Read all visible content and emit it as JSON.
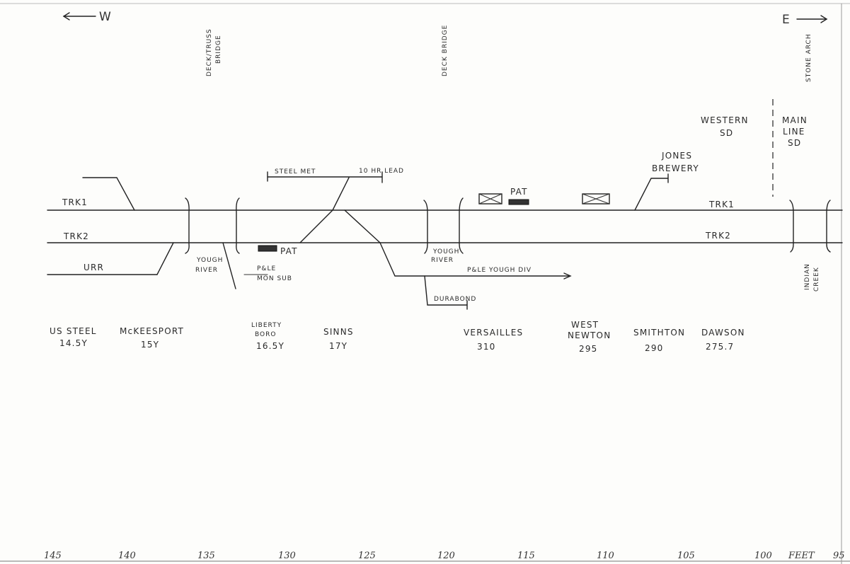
{
  "directions": {
    "west": "W",
    "east": "E"
  },
  "bridges": {
    "deck_truss": [
      "DECK/TRUSS",
      "BRIDGE"
    ],
    "deck": "DECK BRIDGE",
    "stone_arch": "STONE ARCH"
  },
  "subdivisions": {
    "western": [
      "WESTERN",
      "SD"
    ],
    "main_line": [
      "MAIN",
      "LINE",
      "SD"
    ]
  },
  "tracks": {
    "trk1_left": "TRK1",
    "trk1_right": "TRK1",
    "trk2_left": "TRK2",
    "trk2_right": "TRK2",
    "urr": "URR"
  },
  "leads": {
    "steel_met": "STEEL MET",
    "ten_hr_lead": "10 HR LEAD",
    "jones_brewery": [
      "JONES",
      "BREWERY"
    ],
    "durabond": "DURABOND",
    "prle_yough_div": "P&LE YOUGH DIV",
    "prle_mon_sub": [
      "P&LE",
      "MON SUB"
    ]
  },
  "signals": {
    "pat_1": "PAT",
    "pat_2": "PAT"
  },
  "rivers": {
    "yough_left": [
      "YOUGH",
      "RIVER"
    ],
    "yough_right": [
      "YOUGH",
      "RIVER"
    ],
    "indian_creek": [
      "INDIAN",
      "CREEK"
    ]
  },
  "stations": [
    {
      "name": [
        "US STEEL"
      ],
      "mp": "14.5Y"
    },
    {
      "name": [
        "McKEESPORT"
      ],
      "mp": "15Y"
    },
    {
      "name": [
        "LIBERTY",
        "BORO"
      ],
      "mp": "16.5Y"
    },
    {
      "name": [
        "SINNS"
      ],
      "mp": "17Y"
    },
    {
      "name": [
        "VERSAILLES"
      ],
      "mp": "310"
    },
    {
      "name": [
        "WEST",
        "NEWTON"
      ],
      "mp": "295"
    },
    {
      "name": [
        "SMITHTON"
      ],
      "mp": "290"
    },
    {
      "name": [
        "DAWSON"
      ],
      "mp": "275.7"
    }
  ],
  "scale": {
    "ticks": [
      "145",
      "140",
      "135",
      "130",
      "125",
      "120",
      "115",
      "110",
      "105",
      "100"
    ],
    "unit": "FEET",
    "end": "95"
  }
}
